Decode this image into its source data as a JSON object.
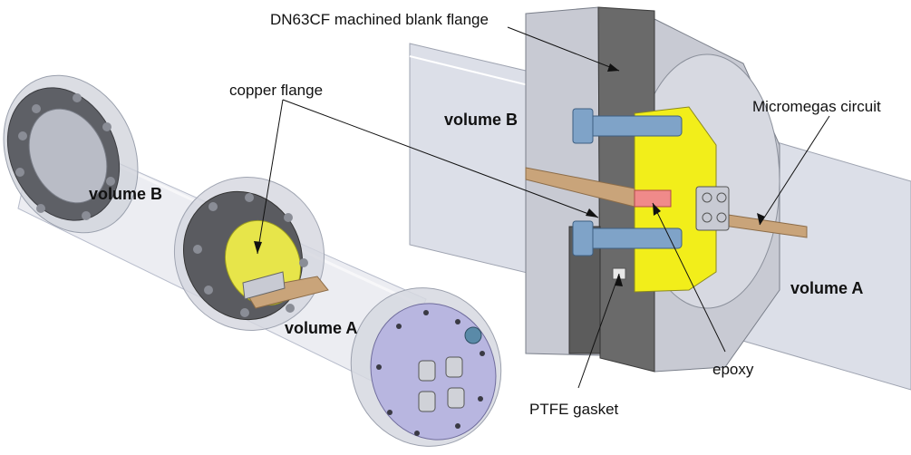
{
  "labels": {
    "blank_flange": "DN63CF machined blank flange",
    "copper_flange": "copper flange",
    "volume_b_left": "volume B",
    "volume_a_left": "volume A",
    "volume_b_right": "volume B",
    "volume_a_right": "volume A",
    "micromegas": "Micromegas circuit",
    "epoxy": "epoxy",
    "ptfe": "PTFE gasket"
  },
  "colors": {
    "tube": "#dcdfe8",
    "steel_dark": "#6a6a6a",
    "steel_light": "#c8cad3",
    "yellow": "#f2ee1a",
    "blue_bolt": "#7fa3c8",
    "copper": "#c9a47a",
    "epoxy": "#f08a8a",
    "end_plate": "#b8b6e0"
  }
}
